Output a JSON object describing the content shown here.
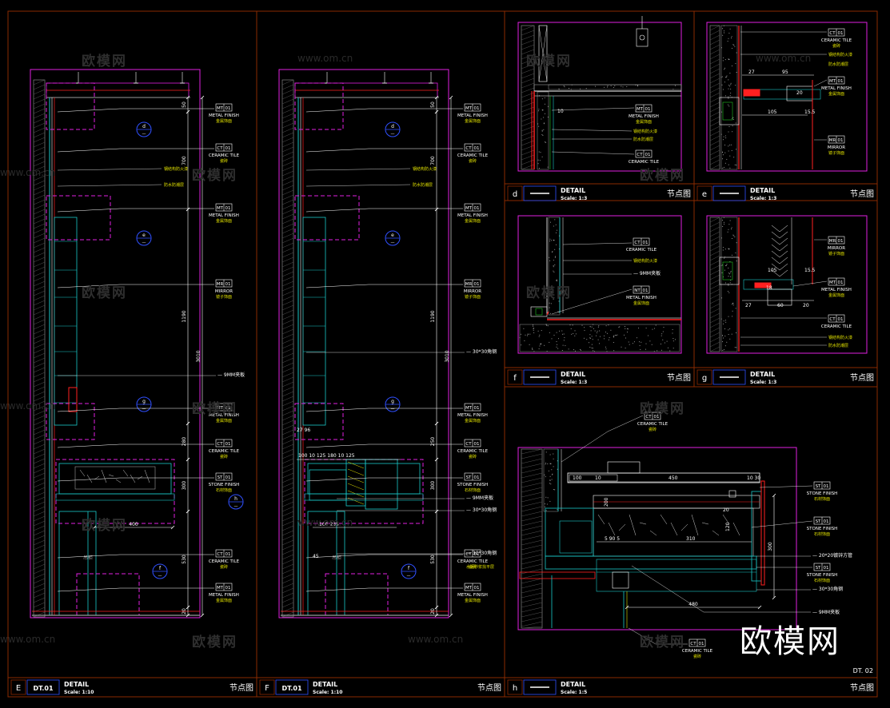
{
  "sheet_number": "DT. 02",
  "watermark": {
    "text": "欧模网",
    "url": "www.om.cn"
  },
  "title_blocks": [
    {
      "id": "E",
      "code": "DT.01",
      "label": "DETAIL",
      "scale": "Scale: 1:10",
      "cn": "节点图"
    },
    {
      "id": "F",
      "code": "DT.01",
      "label": "DETAIL",
      "scale": "Scale: 1:10",
      "cn": "节点图"
    },
    {
      "id": "h",
      "code": "",
      "label": "DETAIL",
      "scale": "Scale: 1:5",
      "cn": "节点图"
    },
    {
      "id": "d",
      "code": "",
      "label": "DETAIL",
      "scale": "Scale: 1:3",
      "cn": "节点图"
    },
    {
      "id": "e",
      "code": "",
      "label": "DETAIL",
      "scale": "Scale: 1:3",
      "cn": "节点图"
    },
    {
      "id": "f",
      "code": "",
      "label": "DETAIL",
      "scale": "Scale: 1:3",
      "cn": "节点图"
    },
    {
      "id": "g",
      "code": "",
      "label": "DETAIL",
      "scale": "Scale: 1:3",
      "cn": "节点图"
    }
  ],
  "callout_tags": {
    "mt": [
      "MT",
      "01"
    ],
    "ct": [
      "CT",
      "01"
    ],
    "mr": [
      "MR",
      "01"
    ],
    "st": [
      "ST",
      "01"
    ],
    "nt": [
      "NT",
      "01"
    ]
  },
  "materials": {
    "metal_finish": "METAL FINISH",
    "metal_cn": "金属饰面",
    "ceramic_tile": "CERAMIC TILE",
    "ceramic_cn": "瓷砖",
    "mirror": "MIRROR",
    "mirror_cn": "镜子饰面",
    "stone_finish": "STONE FINISH",
    "stone_cn": "石材饰面",
    "board_9mm": "9MM夹板",
    "steel_30": "30*30角钢",
    "steel_20": "20*20镀锌方管",
    "note_a": "钢结构防火漆",
    "note_b": "防水防潮层",
    "note_c": "水泥砂浆找平层",
    "wall_cabinet": "吊柜"
  },
  "section_markers": [
    "d",
    "e",
    "f",
    "g",
    "h"
  ],
  "dimensions_E": [
    "50",
    "700",
    "1190",
    "3010",
    "280",
    "300",
    "530",
    "20",
    "400"
  ],
  "dimensions_F": [
    "50",
    "700",
    "1190",
    "3010",
    "250",
    "300",
    "530",
    "20",
    "27",
    "96",
    "100",
    "10",
    "125",
    "180",
    "10",
    "235",
    "45"
  ],
  "dimensions_h": [
    "100",
    "10",
    "450",
    "10",
    "30",
    "200",
    "5",
    "90",
    "5",
    "310",
    "120",
    "300",
    "480",
    "20"
  ],
  "dimensions_e": [
    "27",
    "95",
    "105",
    "20",
    "15.5"
  ],
  "dimensions_g": [
    "105",
    "15.5",
    "27",
    "18",
    "60",
    "20"
  ],
  "dimensions_d": [
    "10"
  ]
}
